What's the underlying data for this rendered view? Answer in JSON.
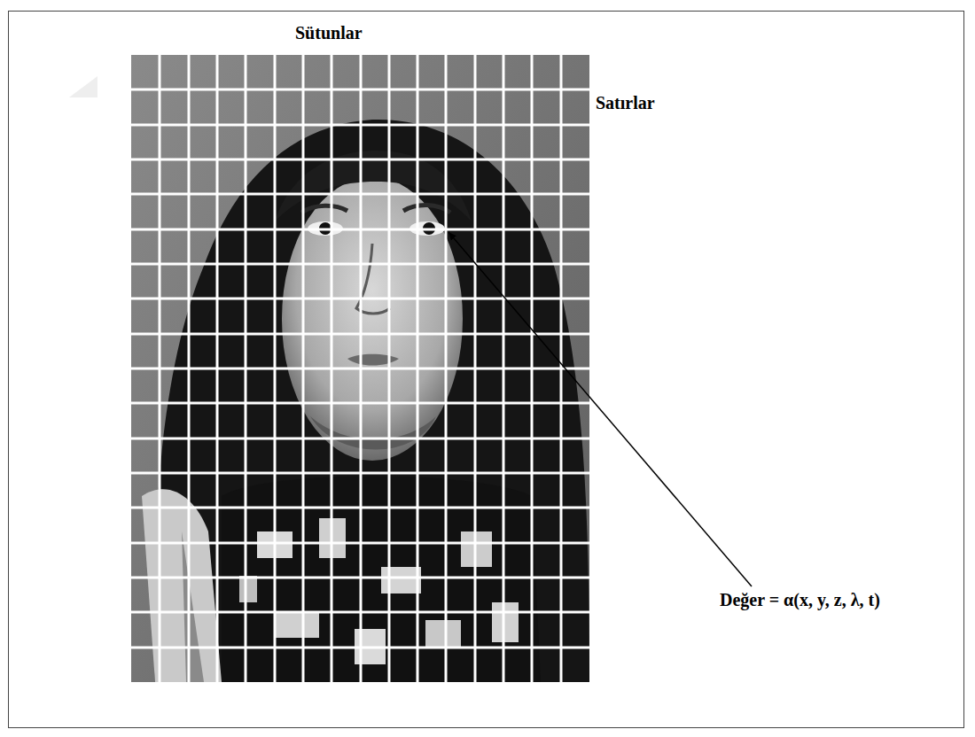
{
  "diagram": {
    "labels": [
      "Sütunlar",
      "Satırlar",
      "Değer = α(x, y, z, λ, t)"
    ]
  }
}
